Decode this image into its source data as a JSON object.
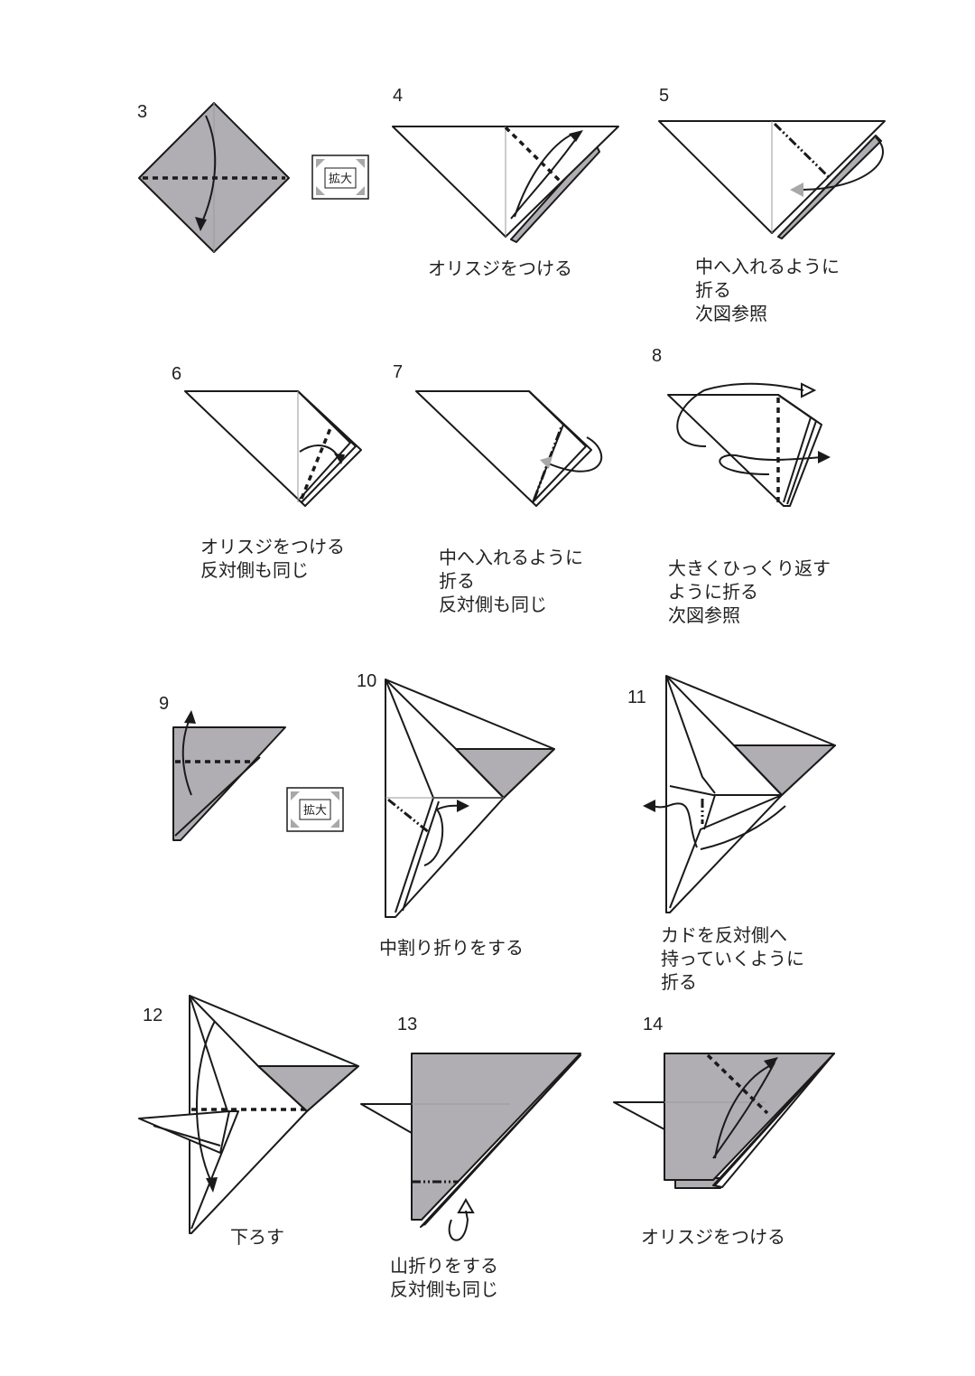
{
  "colors": {
    "paper_back": "#b0adb3",
    "paper_front": "#ffffff",
    "line": "#1a1a1a"
  },
  "badge_label": "拡大",
  "steps": [
    {
      "number": "3",
      "caption": []
    },
    {
      "number": "4",
      "caption": [
        "オリスジをつける"
      ]
    },
    {
      "number": "5",
      "caption": [
        "中へ入れるように",
        "折る",
        "次図参照"
      ]
    },
    {
      "number": "6",
      "caption": [
        "オリスジをつける",
        "反対側も同じ"
      ]
    },
    {
      "number": "7",
      "caption": [
        "中へ入れるように",
        "折る",
        "反対側も同じ"
      ]
    },
    {
      "number": "8",
      "caption": [
        "大きくひっくり返す",
        "ように折る",
        "次図参照"
      ]
    },
    {
      "number": "9",
      "caption": []
    },
    {
      "number": "10",
      "caption": [
        "中割り折りをする"
      ]
    },
    {
      "number": "11",
      "caption": [
        "カドを反対側へ",
        "持っていくように",
        "折る"
      ]
    },
    {
      "number": "12",
      "caption": [
        "下ろす"
      ]
    },
    {
      "number": "13",
      "caption": [
        "山折りをする",
        "反対側も同じ"
      ]
    },
    {
      "number": "14",
      "caption": [
        "オリスジをつける"
      ]
    }
  ]
}
